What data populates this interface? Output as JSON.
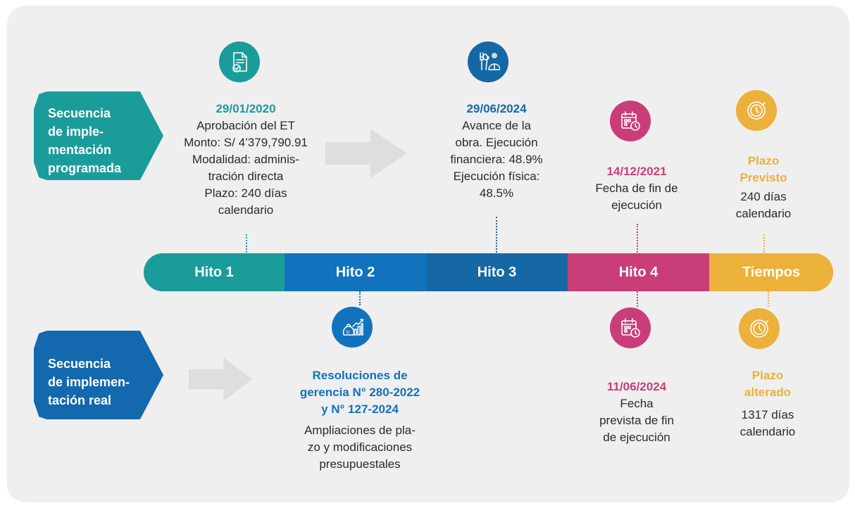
{
  "labels": {
    "programada": [
      "Secuencia",
      "de imple-",
      "mentación",
      "programada"
    ],
    "real": [
      "Secuencia",
      "de implemen-",
      "tación real"
    ]
  },
  "timeline": [
    "Hito 1",
    "Hito 2",
    "Hito 3",
    "Hito 4",
    "Tiempos"
  ],
  "top": {
    "hito1": {
      "date": "29/01/2020",
      "lines": [
        "Aprobación del ET",
        "Monto: S/ 4’379,790.91",
        "Modalidad: adminis-",
        "tración directa",
        "Plazo: 240 días",
        "calendario"
      ],
      "icon": "document-check-icon"
    },
    "hito3": {
      "date": "29/06/2024",
      "lines": [
        "Avance de la",
        "obra. Ejecución",
        "financiera: 48.9%",
        "Ejecución física:",
        "48.5%"
      ],
      "icon": "tools-helmet-icon"
    },
    "hito4": {
      "date": "14/12/2021",
      "lines": [
        "Fecha de fin de",
        "ejecución"
      ],
      "icon": "calendar-clock-icon"
    },
    "tiempos": {
      "title": [
        "Plazo",
        "Previsto"
      ],
      "lines": [
        "240 días",
        "calendario"
      ],
      "icon": "clock-icon"
    }
  },
  "bottom": {
    "hito2": {
      "title": [
        "Resoluciones de",
        "gerencia N° 280-2022",
        "y N° 127-2024"
      ],
      "lines": [
        "Ampliaciones de pla-",
        "zo y modificaciones",
        "presupuestales"
      ],
      "icon": "money-chart-icon",
      "currency": "S/"
    },
    "hito4": {
      "date": "11/06/2024",
      "lines": [
        "Fecha",
        "prevista de fin",
        "de ejecución"
      ],
      "icon": "calendar-clock-icon"
    },
    "tiempos": {
      "title": [
        "Plazo",
        "alterado"
      ],
      "lines": [
        "1317 días",
        "calendario"
      ],
      "icon": "clock-icon"
    }
  },
  "colors": {
    "teal": "#1a9c9a",
    "blue": "#1172bd",
    "darkblue": "#1668a5",
    "pink": "#c93e78",
    "gold": "#ebb13a",
    "panel": "#efefef"
  }
}
